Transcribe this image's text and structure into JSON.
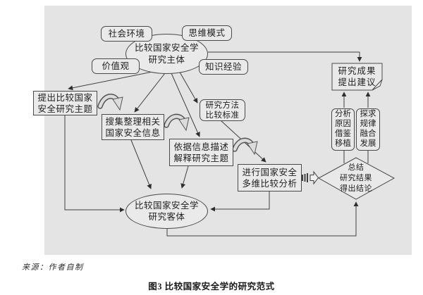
{
  "caption": "图3 比较国家安全学的研究范式",
  "source_note": "来源：作者自制",
  "colors": {
    "panel": "#e4e4e5",
    "node_fill": "#eaeaea",
    "line": "#3f3f3f"
  },
  "nodes": {
    "social_env": {
      "label": "社会环境"
    },
    "thinking_mode": {
      "label": "思维模式"
    },
    "values": {
      "label": "价值观"
    },
    "knowledge_exp": {
      "label": "知识经验"
    },
    "subject": {
      "lines": [
        "比较国家安全学",
        "研究主体"
      ]
    },
    "object": {
      "lines": [
        "比较国家安全学",
        "研究客体"
      ]
    },
    "method_standard": {
      "lines": [
        "研究方法",
        "比较标准"
      ]
    },
    "propose_topic": {
      "lines": [
        "提出比较国家",
        "安全研究主题"
      ]
    },
    "collect_info": {
      "lines": [
        "搜集整理相关",
        "国家安全信息"
      ]
    },
    "describe_explain": {
      "lines": [
        "依据信息描述",
        "解释研究主题"
      ]
    },
    "multi_compare": {
      "lines": [
        "进行国家安全",
        "多维比较分析"
      ]
    },
    "results_doc": {
      "lines": [
        "研究成果",
        "提出建议"
      ]
    },
    "analyze_borrow": {
      "lines": [
        "分析",
        "原因",
        "借鉴",
        "移植"
      ]
    },
    "explore_develop": {
      "lines": [
        "探求",
        "规律",
        "融合",
        "发展"
      ]
    },
    "conclusion_diamond": {
      "lines": [
        "总结",
        "研究结果",
        "得出结论"
      ]
    }
  }
}
